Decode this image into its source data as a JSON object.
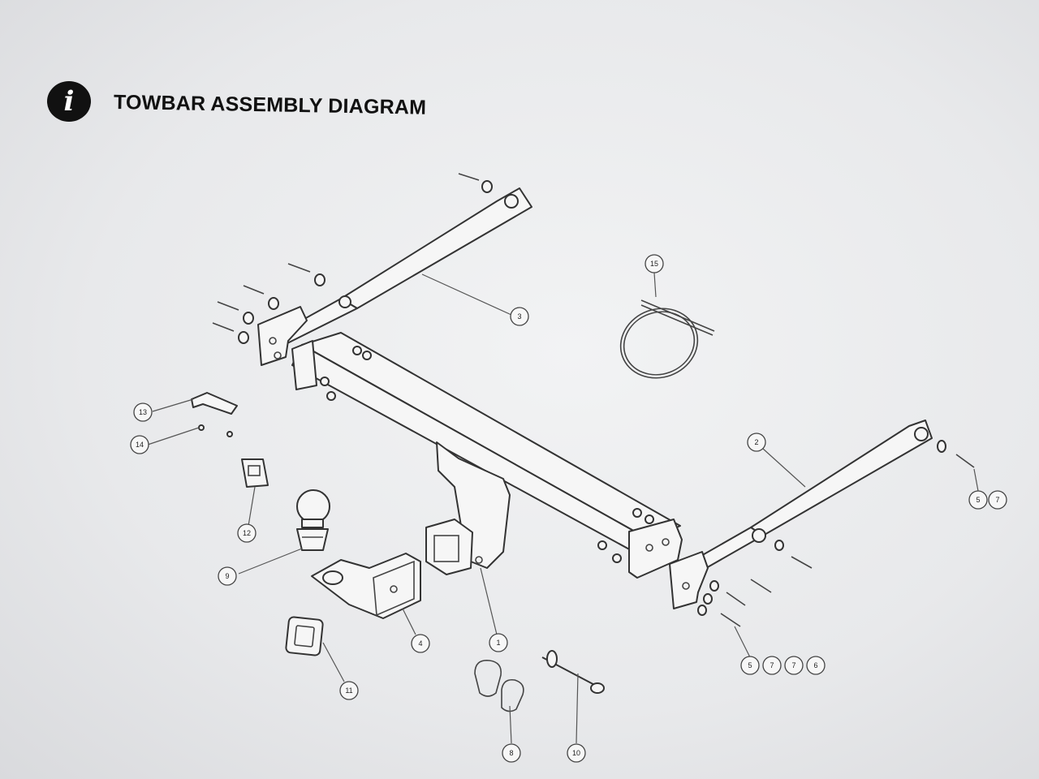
{
  "header": {
    "icon": "info-icon",
    "icon_glyph": "i",
    "title": "TOWBAR ASSEMBLY DIAGRAM"
  },
  "callouts": {
    "c1": "1",
    "c2": "2",
    "c3": "3",
    "c4": "4",
    "c8": "8",
    "c9": "9",
    "c10": "10",
    "c11": "11",
    "c12": "12",
    "c13": "13",
    "c14": "14",
    "c15": "15",
    "r5a": "5",
    "r7a": "7",
    "r5b": "5",
    "r7b": "7",
    "r7c": "7",
    "r6": "6"
  }
}
